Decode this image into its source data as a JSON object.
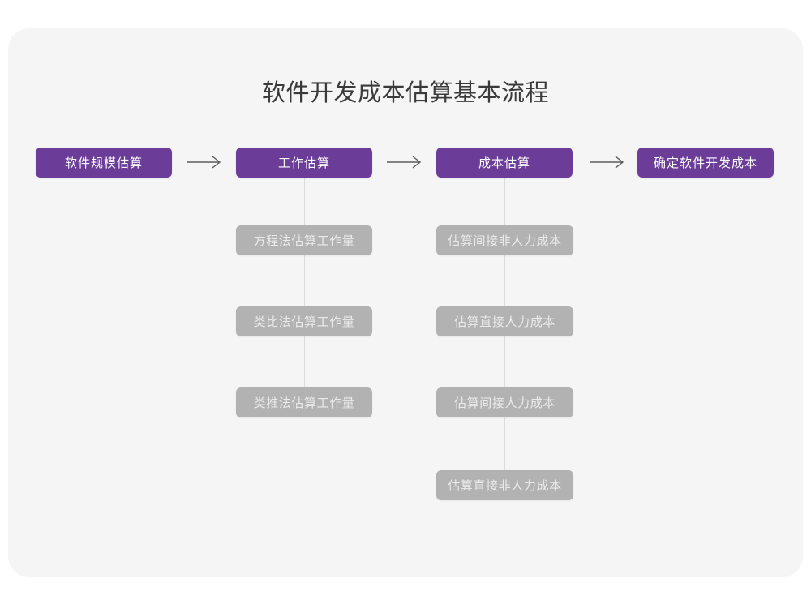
{
  "page": {
    "title": "软件开发成本估算基本流程",
    "background_color": "#ffffff",
    "card_color": "#f5f5f5",
    "primary_color": "#6b3d99",
    "sub_color": "#b2b2b2",
    "connector_color": "#dcdcdc",
    "arrow_color": "#5c5c5c"
  },
  "flow": {
    "stages": [
      {
        "label": "软件规模估算"
      },
      {
        "label": "工作估算"
      },
      {
        "label": "成本估算"
      },
      {
        "label": "确定软件开发成本"
      }
    ],
    "arrows": [
      {
        "glyph": "→"
      },
      {
        "glyph": "→"
      },
      {
        "glyph": "→"
      }
    ],
    "branch_effort": {
      "parent": "工作估算",
      "items": [
        {
          "label": "方程法估算工作量"
        },
        {
          "label": "类比法估算工作量"
        },
        {
          "label": "类推法估算工作量"
        }
      ]
    },
    "branch_cost": {
      "parent": "成本估算",
      "items": [
        {
          "label": "估算间接非人力成本"
        },
        {
          "label": "估算直接人力成本"
        },
        {
          "label": "估算间接人力成本"
        },
        {
          "label": "估算直接非人力成本"
        }
      ]
    }
  }
}
